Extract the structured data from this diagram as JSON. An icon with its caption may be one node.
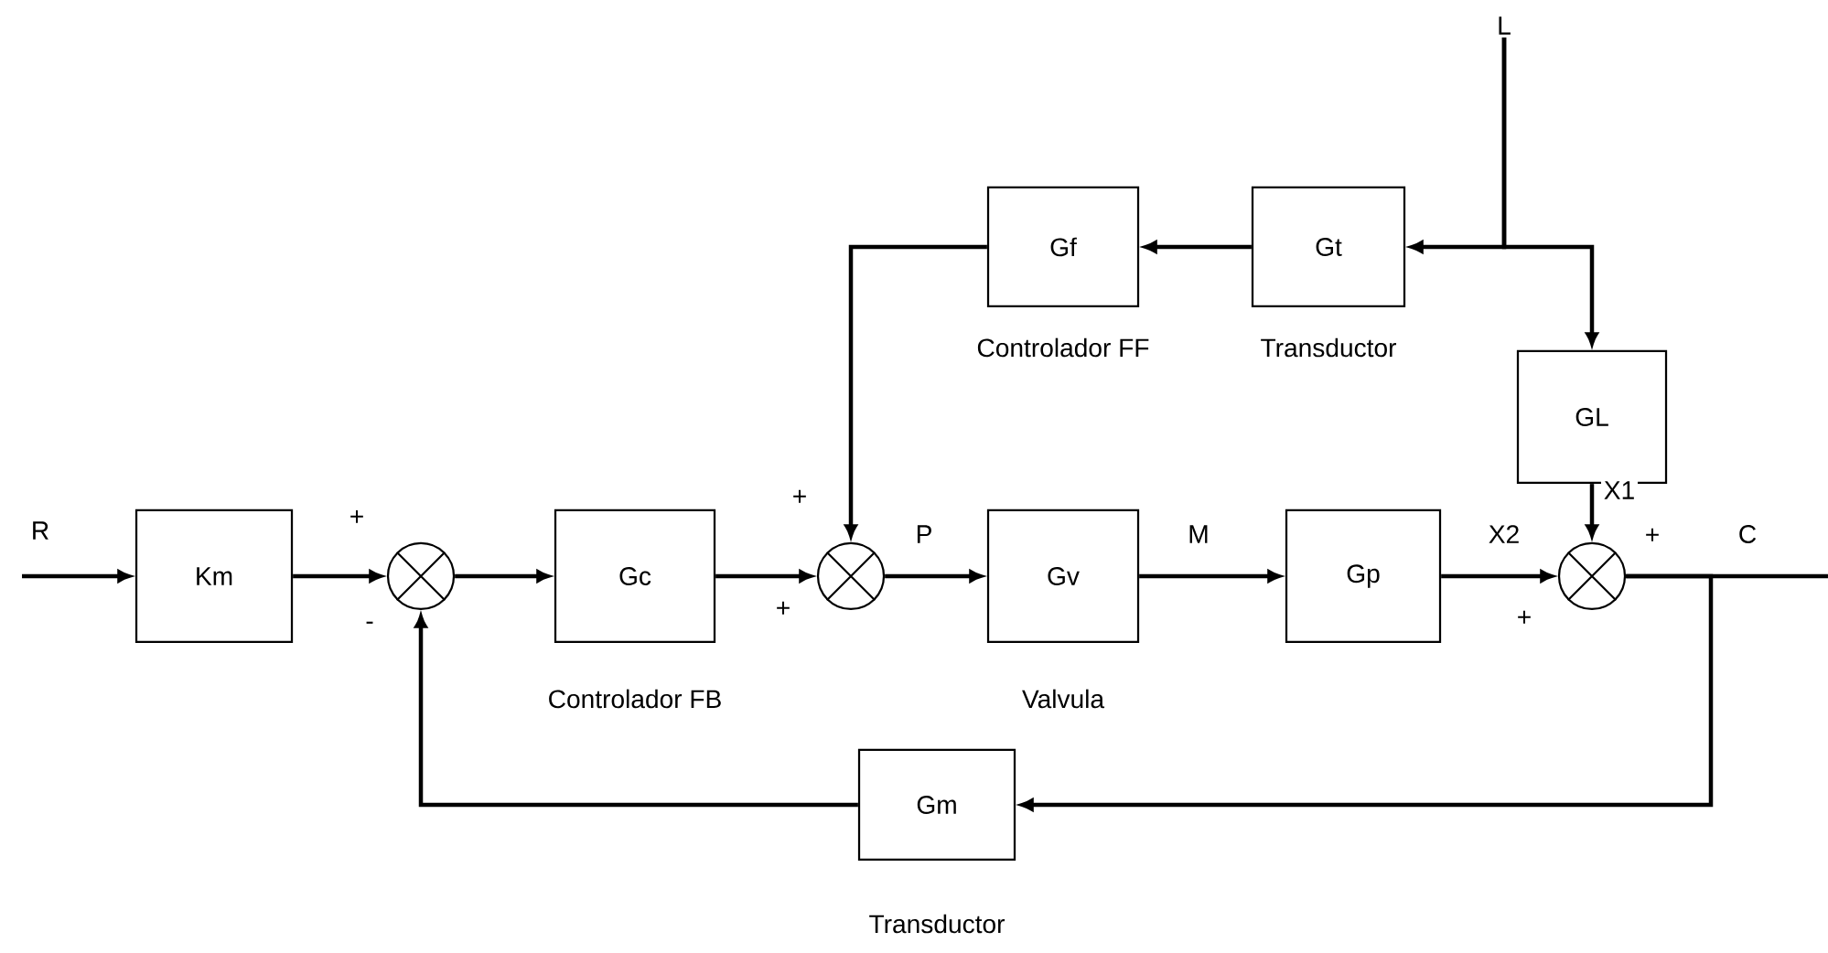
{
  "diagram": {
    "nodes": [
      {
        "text": [
          "Km"
        ]
      },
      {
        "text": [],
        "shape": "circle"
      },
      {
        "text": [
          "Gc"
        ],
        "beside": [
          "Controlador FB"
        ]
      },
      {
        "text": [],
        "shape": "circle"
      },
      {
        "text": [
          "Gv"
        ],
        "beside": [
          "Valvula"
        ]
      },
      {
        "text": [
          "Gp"
        ]
      },
      {
        "text": [],
        "shape": "circle"
      },
      {
        "text": [
          "Gf"
        ],
        "beside": [
          "Controlador FF"
        ]
      },
      {
        "text": [
          "Gt"
        ],
        "beside": [
          "Transductor"
        ]
      },
      {
        "text": [
          "GL"
        ]
      },
      {
        "text": [
          "Gm"
        ],
        "beside": [
          "Transductor"
        ]
      },
      {
        "text": [
          "L"
        ]
      }
    ],
    "edges": [
      {
        "from": null,
        "to": 0,
        "arrow": "to",
        "label": "R"
      },
      {
        "from": 0,
        "to": 1,
        "arrow": "to"
      },
      {
        "from": 1,
        "to": 2,
        "arrow": "to"
      },
      {
        "from": 2,
        "to": 3,
        "arrow": "to"
      },
      {
        "from": 3,
        "to": 4,
        "arrow": "to",
        "label": "P"
      },
      {
        "from": 4,
        "to": 5,
        "arrow": "to",
        "label": "M"
      },
      {
        "from": 5,
        "to": 6,
        "arrow": "to",
        "label": "X2"
      },
      {
        "from": 6,
        "to": null,
        "arrow": "none",
        "label": "C"
      },
      {
        "from": 6,
        "to": 10,
        "arrow": "to"
      },
      {
        "from": 10,
        "to": 1,
        "arrow": "to"
      },
      {
        "from": 11,
        "to": 8,
        "arrow": "to"
      },
      {
        "from": 11,
        "to": 9,
        "arrow": "to"
      },
      {
        "from": 8,
        "to": 7,
        "arrow": "to"
      },
      {
        "from": 7,
        "to": 3,
        "arrow": "to"
      },
      {
        "from": 9,
        "to": 6,
        "arrow": "to",
        "label": "X1"
      }
    ],
    "labels": [
      "+",
      "-",
      "+",
      "+",
      "+",
      "+"
    ]
  }
}
